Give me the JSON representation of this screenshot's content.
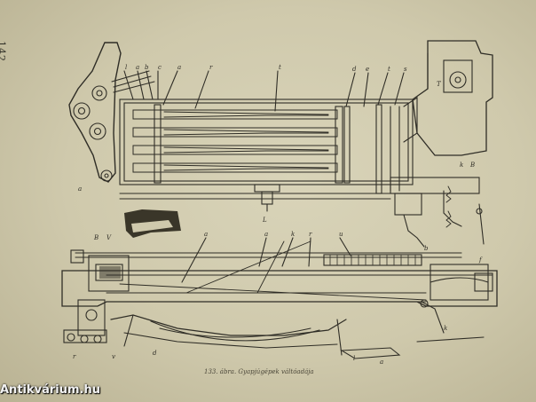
{
  "page": {
    "page_number": "142",
    "caption": "133. ábra. Gyapjúgépek váltóadája",
    "watermark": "Antikvárium.hu"
  },
  "upper_drawing": {
    "labels": [
      "l",
      "a",
      "b",
      "c",
      "a",
      "r",
      "t",
      "d",
      "e",
      "t",
      "s",
      "T",
      "a",
      "k",
      "B",
      "L",
      "b"
    ]
  },
  "lower_drawing": {
    "labels": [
      "B",
      "V",
      "a",
      "a",
      "k",
      "r",
      "u",
      "f",
      "k",
      "d",
      "l",
      "a",
      "v",
      "r"
    ]
  },
  "colors": {
    "paper": "#d6d0b4",
    "ink": "#2f2d26",
    "background": "#3d3a31"
  }
}
